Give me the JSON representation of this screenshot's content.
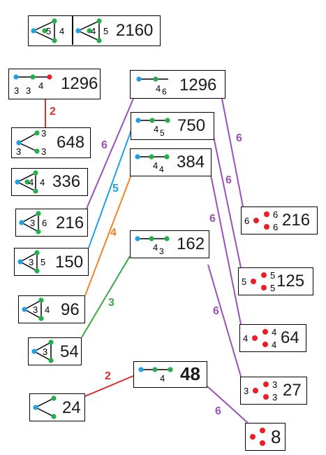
{
  "colors": {
    "blue": "#1ea0e6",
    "green": "#22b04a",
    "red": "#ee1c24",
    "purple": "#9b4fb8",
    "cyan": "#1ea0e6",
    "orange": "#f58220",
    "dark_green": "#3aa843",
    "line_red": "#dd2c2c"
  },
  "top": {
    "left_mark_a": "5",
    "left_mark_b": "4",
    "right_mark_a": "4",
    "right_mark_b": "5",
    "value": "2160"
  },
  "left": [
    {
      "id": "l1296",
      "value": "1296",
      "marks": [
        "3",
        "3",
        "4"
      ]
    },
    {
      "id": "l648",
      "value": "648",
      "marks": [
        "3",
        "3",
        "3"
      ]
    },
    {
      "id": "l336",
      "value": "336",
      "marks": [
        "4",
        "4"
      ]
    },
    {
      "id": "l216",
      "value": "216",
      "marks": [
        "3",
        "6"
      ]
    },
    {
      "id": "l150",
      "value": "150",
      "marks": [
        "3",
        "5"
      ]
    },
    {
      "id": "l96",
      "value": "96",
      "marks": [
        "3",
        "4"
      ]
    },
    {
      "id": "l54",
      "value": "54",
      "marks": [
        "3"
      ]
    },
    {
      "id": "l24",
      "value": "24",
      "marks": []
    }
  ],
  "middle": [
    {
      "id": "m1296",
      "value": "1296",
      "mark": "4",
      "sub": "6"
    },
    {
      "id": "m750",
      "value": "750",
      "mark": "4",
      "sub": "5"
    },
    {
      "id": "m384",
      "value": "384",
      "mark": "4",
      "sub": "4"
    },
    {
      "id": "m162",
      "value": "162",
      "mark": "4",
      "sub": "3"
    },
    {
      "id": "m48",
      "value": "48",
      "mark": "4",
      "sub": ""
    }
  ],
  "right": [
    {
      "id": "r216",
      "value": "216",
      "mark": "6"
    },
    {
      "id": "r125",
      "value": "125",
      "mark": "5"
    },
    {
      "id": "r64",
      "value": "64",
      "mark": "4"
    },
    {
      "id": "r27",
      "value": "27",
      "mark": "3"
    },
    {
      "id": "r8",
      "value": "8",
      "mark": ""
    }
  ],
  "edge_labels": {
    "e_l1296_l648": "2",
    "e_l216_m1296": "6",
    "e_l150_m750": "5",
    "e_l96_m384": "4",
    "e_l54_m162": "3",
    "e_l24_m48": "2",
    "e_m1296_r216": "6",
    "e_m750_r125": "6",
    "e_m384_r64": "6",
    "e_m162_r27": "6",
    "e_m48_r8": "6"
  }
}
